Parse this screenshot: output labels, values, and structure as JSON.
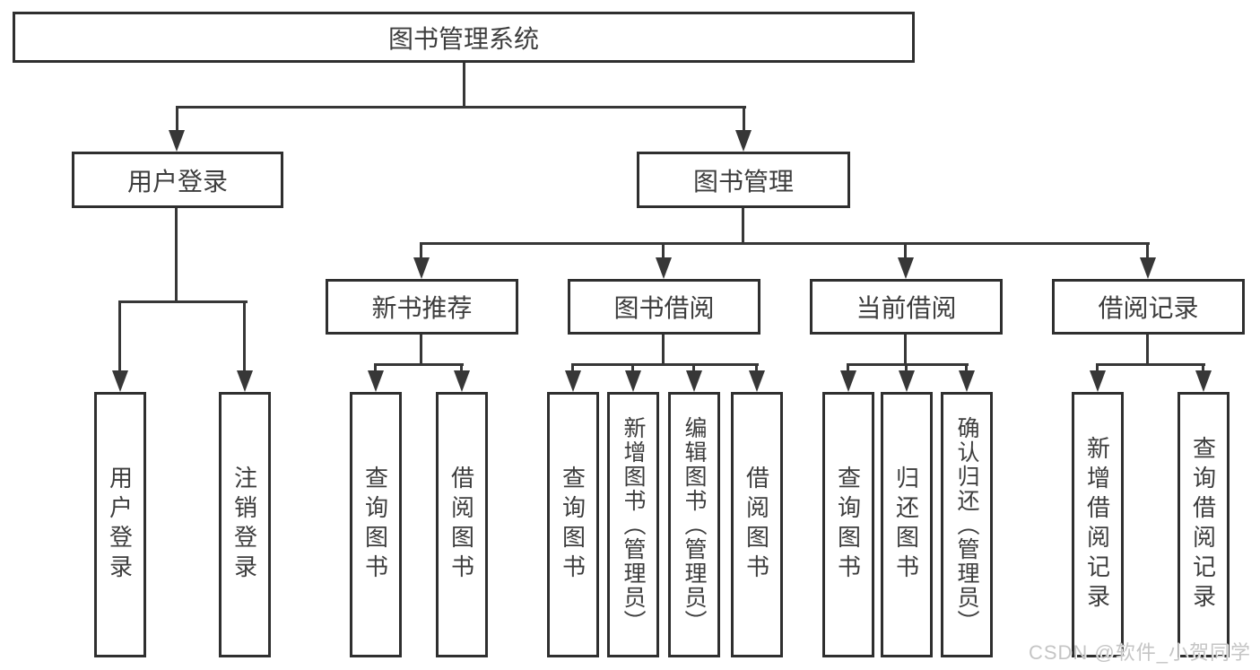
{
  "diagram": {
    "root": {
      "label": "图书管理系统"
    },
    "level2": [
      {
        "label": "用户登录"
      },
      {
        "label": "图书管理"
      }
    ],
    "level3": [
      {
        "label": "新书推荐"
      },
      {
        "label": "图书借阅"
      },
      {
        "label": "当前借阅"
      },
      {
        "label": "借阅记录"
      }
    ],
    "leaves": [
      {
        "label": "用户登录"
      },
      {
        "label": "注销登录"
      },
      {
        "label": "查询图书"
      },
      {
        "label": "借阅图书"
      },
      {
        "label": "查询图书"
      },
      {
        "label": "新增图书（管理员）"
      },
      {
        "label": "编辑图书（管理员）"
      },
      {
        "label": "借阅图书"
      },
      {
        "label": "查询图书"
      },
      {
        "label": "归还图书"
      },
      {
        "label": "确认归还（管理员）"
      },
      {
        "label": "新增借阅记录"
      },
      {
        "label": "查询借阅记录"
      }
    ],
    "watermark": "CSDN @软件_小贺同学",
    "colors": {
      "line": "#373737",
      "text": "#3d3d3d",
      "border": "#2f2f2f",
      "watermark": "#c5c5c5",
      "background": "#ffffff"
    }
  }
}
